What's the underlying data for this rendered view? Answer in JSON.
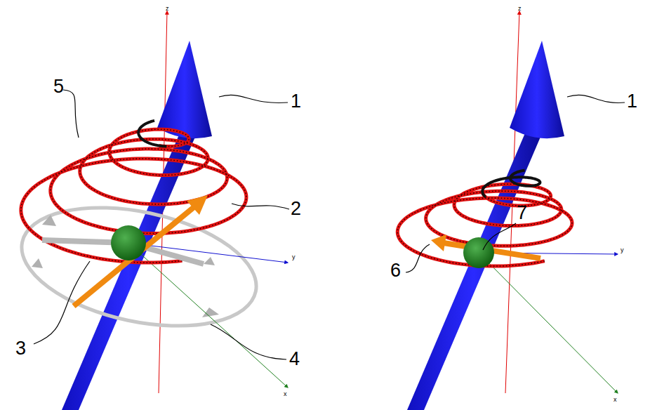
{
  "diagram": {
    "labels": [
      "1",
      "5",
      "2",
      "3",
      "4",
      "z",
      "y",
      "x",
      "1",
      "6",
      "7",
      "z",
      "y",
      "x"
    ]
  }
}
